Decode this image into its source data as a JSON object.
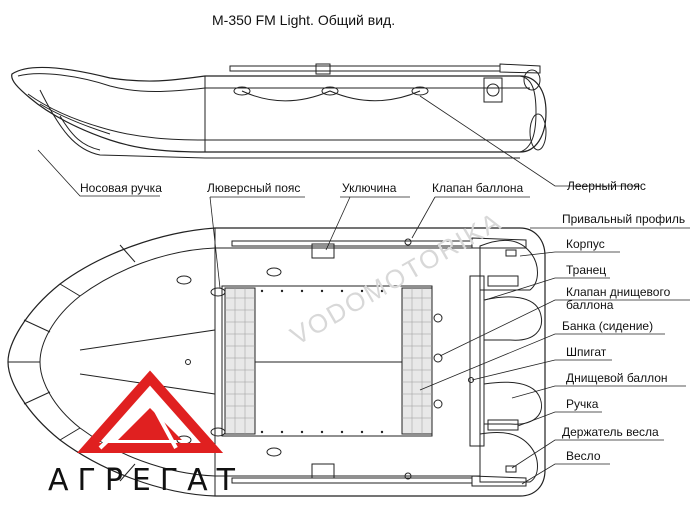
{
  "title": "M-350 FM Light. Общий вид.",
  "labels": {
    "nosovaya_ruchka": "Носовая ручка",
    "lyuversny_poyas": "Люверсный пояс",
    "uklyuchina": "Уключина",
    "klapan_ballona": "Клапан баллона",
    "leerny_poyas": "Леерный пояс",
    "privalny_profil": "Привальный профиль",
    "korpus": "Корпус",
    "tranets": "Транец",
    "klapan_dnischevogo_1": "Клапан днищевого",
    "klapan_dnischevogo_2": "баллона",
    "banka": "Банка (сидение)",
    "shpigat": "Шпигат",
    "dnischevoy_ballon": "Днищевой баллон",
    "ruchka": "Ручка",
    "derzhatel_vesla": "Держатель весла",
    "veslo": "Весло"
  },
  "watermark": "VODOMOTORIKA",
  "logo": {
    "text": "АГРЕГАТ",
    "color": "#e02020"
  }
}
